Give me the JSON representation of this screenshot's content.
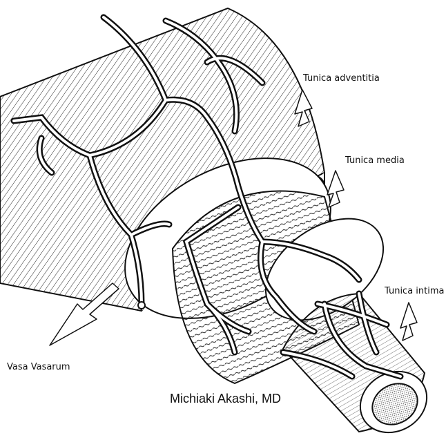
{
  "labels": {
    "adventitia": "Tunica adventitia",
    "media": "Tunica media",
    "intima": "Tunica intima",
    "vasa": "Vasa Vasarum"
  },
  "credit": "Michiaki Akashi, MD",
  "colors": {
    "ink": "#111111",
    "paper": "#ffffff",
    "lumen": "#d9d9d9"
  }
}
